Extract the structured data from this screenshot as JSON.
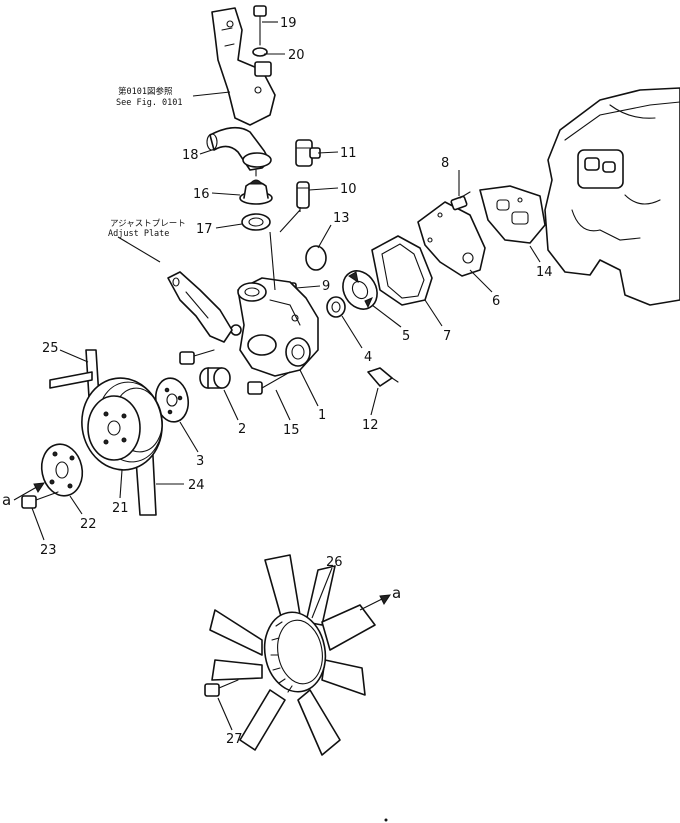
{
  "notes": {
    "see_fig_jp": "第0101図参照",
    "see_fig_en": "See Fig. 0101",
    "adjust_plate_jp": "アジャストプレート",
    "adjust_plate_en": "Adjust Plate"
  },
  "callouts": {
    "n1": "1",
    "n2": "2",
    "n3": "3",
    "n4": "4",
    "n5": "5",
    "n6": "6",
    "n7": "7",
    "n8": "8",
    "n9": "9",
    "n10": "10",
    "n11": "11",
    "n12": "12",
    "n13": "13",
    "n14": "14",
    "n15": "15",
    "n16": "16",
    "n17": "17",
    "n18": "18",
    "n19": "19",
    "n20": "20",
    "n21": "21",
    "n22": "22",
    "n23": "23",
    "n24": "24",
    "n25": "25",
    "n26": "26",
    "n27": "27"
  },
  "arrows": {
    "a1": "a",
    "a2": "a"
  }
}
